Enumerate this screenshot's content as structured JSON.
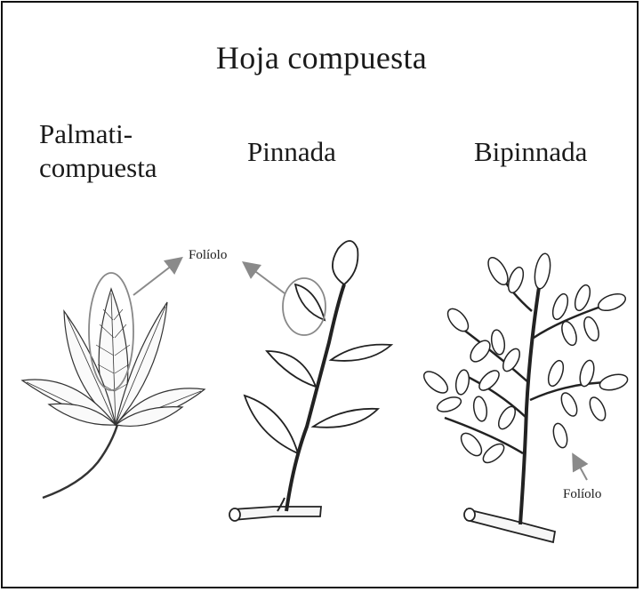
{
  "title": "Hoja compuesta",
  "types": {
    "palmati_line1": "Palmati-",
    "palmati_line2": "compuesta",
    "pinnada": "Pinnada",
    "bipinnada": "Bipinnada"
  },
  "callouts": {
    "foliolo_top": "Folíolo",
    "foliolo_bottom": "Folíolo"
  },
  "colors": {
    "border": "#111111",
    "ink": "#1a1a1a",
    "arrow": "#8a8a8a"
  }
}
